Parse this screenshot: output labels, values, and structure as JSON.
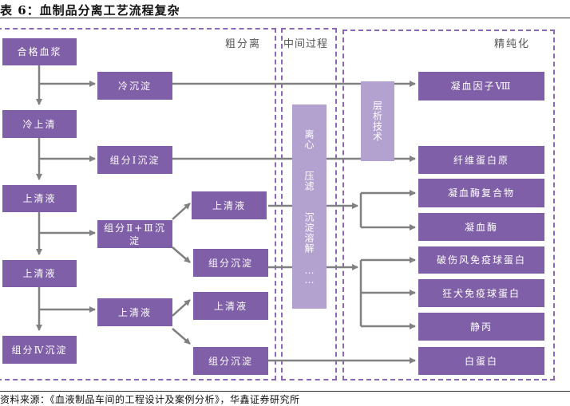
{
  "header": {
    "title": "表 6：血制品分离工艺流程复杂"
  },
  "zones": {
    "coarse": "粗分离",
    "intermediate": "中间过程",
    "refine": "精纯化"
  },
  "coarse_steps": {
    "plasma": "合格血浆",
    "cold_supernatant": "冷上清",
    "supernatant_1": "上清液",
    "supernatant_2": "上清液",
    "fraction_iv": "组分Ⅳ沉淀",
    "cryo_precipitate": "冷沉淀",
    "fraction_i": "组分Ⅰ沉淀",
    "fraction_ii_iii": "组分Ⅱ+Ⅲ沉淀",
    "supernatant_mid": "上清液",
    "sub_supernatant_a": "上清液",
    "sub_fraction_a": "组分沉淀",
    "sub_supernatant_b": "上清液",
    "sub_fraction_b": "组分沉淀"
  },
  "intermediate": {
    "sections": [
      "离心",
      "压滤",
      "沉淀溶解",
      "……"
    ]
  },
  "chromatography": "层析技术",
  "products": [
    "凝血因子Ⅷ",
    "纤维蛋白原",
    "凝血酶复合物",
    "凝血酶",
    "破伤风免疫球蛋白",
    "狂犬免疫球蛋白",
    "静丙",
    "白蛋白"
  ],
  "footer": {
    "source": "资料来源：《血液制品车间的工程设计及案例分析》，华鑫证券研究所"
  }
}
